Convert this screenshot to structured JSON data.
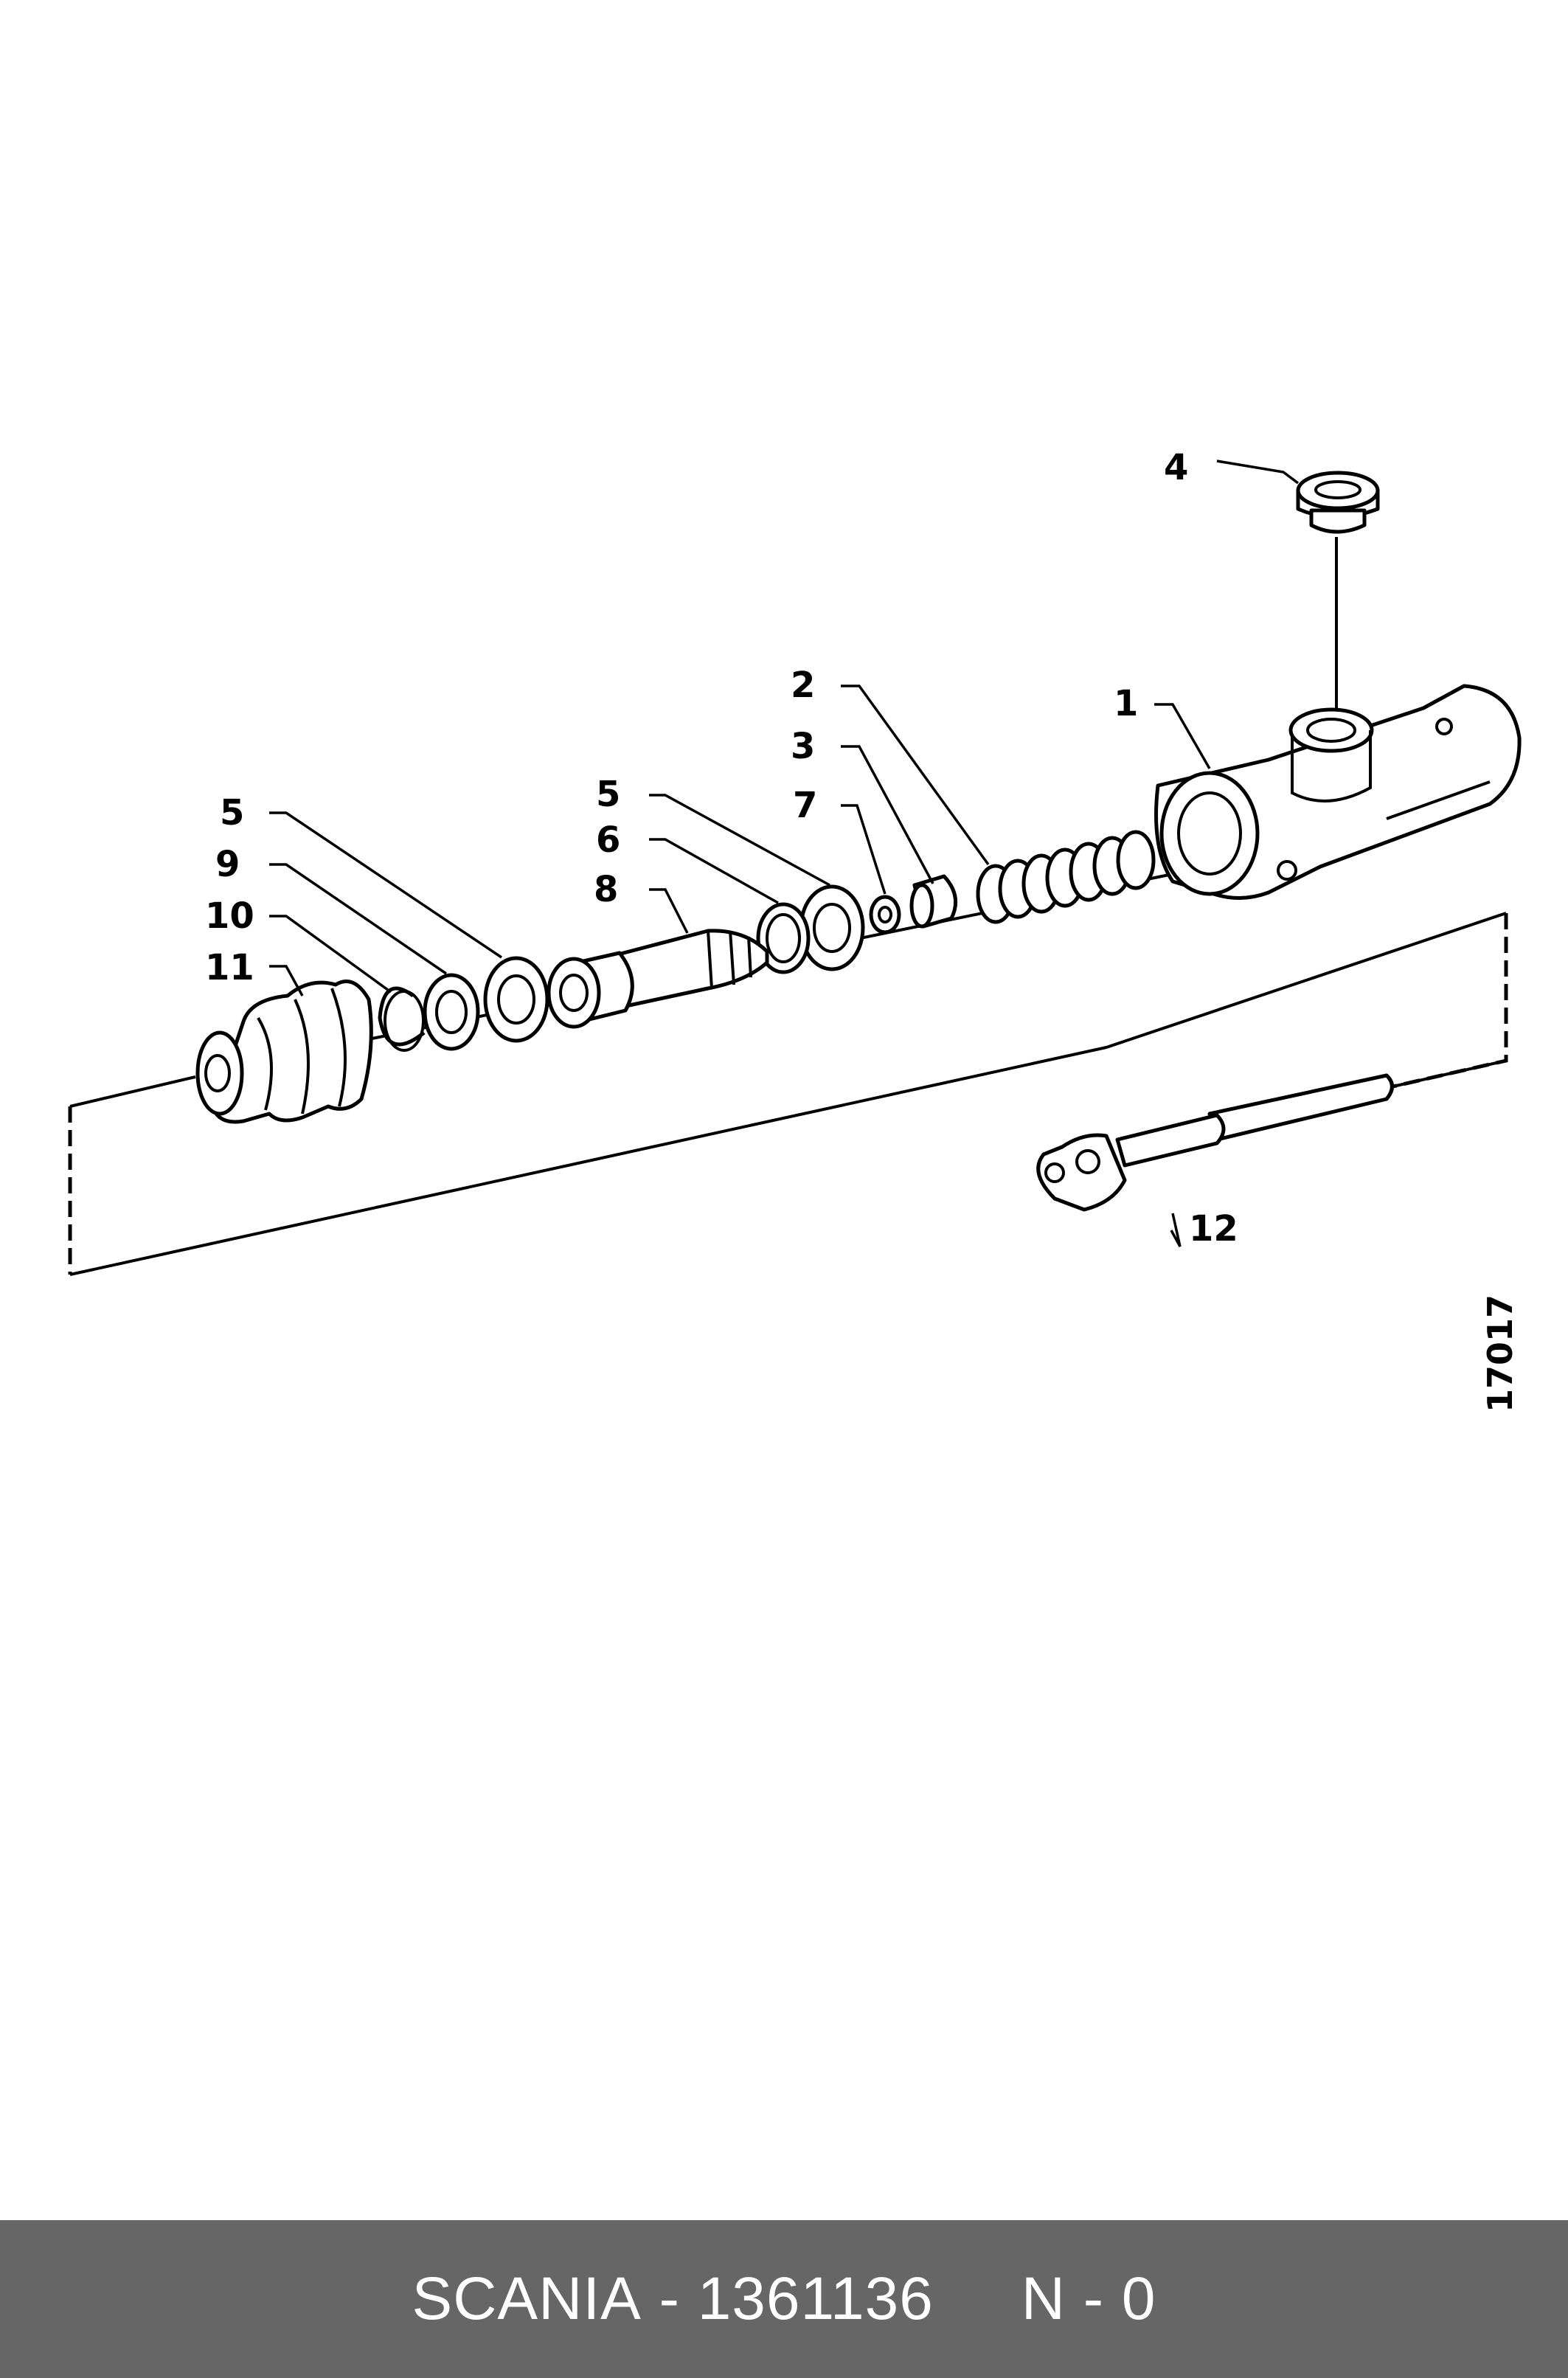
{
  "diagram": {
    "callouts": {
      "c1": "1",
      "c2": "2",
      "c3": "3",
      "c4": "4",
      "c5a": "5",
      "c5b": "5",
      "c6": "6",
      "c7": "7",
      "c8": "8",
      "c9": "9",
      "c10": "10",
      "c11": "11",
      "c12": "12"
    },
    "drawing_ref": "17017"
  },
  "footer": {
    "brand": "SCANIA",
    "separator": " - ",
    "part_number": "1361136",
    "gap": "     ",
    "suffix": "N - 0"
  }
}
